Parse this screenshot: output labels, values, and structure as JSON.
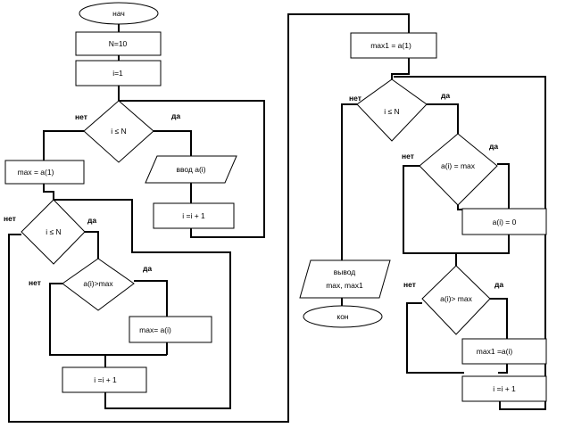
{
  "left": {
    "start": "нач",
    "n_assign": "N=10",
    "i_init": "i=1",
    "loop1_cond": "i ≤ N",
    "loop1_no": "нет",
    "loop1_yes": "да",
    "input": "ввод   a(i)",
    "inc1": "i =i + 1",
    "max_init": "max = a(1)",
    "loop2_cond": "i ≤ N",
    "loop2_no": "нет",
    "loop2_yes": "да",
    "cmp_cond": "a(i)>max",
    "cmp_no": "нет",
    "cmp_yes": "да",
    "max_assign": "max= a(i)",
    "inc2": "i =i + 1"
  },
  "right": {
    "max1_init": "max1 = a(1)",
    "loop_cond": "i ≤ N",
    "loop_no": "нет",
    "loop_yes": "да",
    "eq_cond": "a(i) = max",
    "eq_no": "нет",
    "eq_yes": "да",
    "zero_assign": "a(i)  =  0",
    "cmp_cond": "a(i)> max",
    "cmp_no": "нет",
    "cmp_yes": "да",
    "max1_assign": "max1 =a(i)",
    "inc": "i =i + 1",
    "output_line1": "вывод",
    "output_line2": "max, max1",
    "end": "кон"
  }
}
